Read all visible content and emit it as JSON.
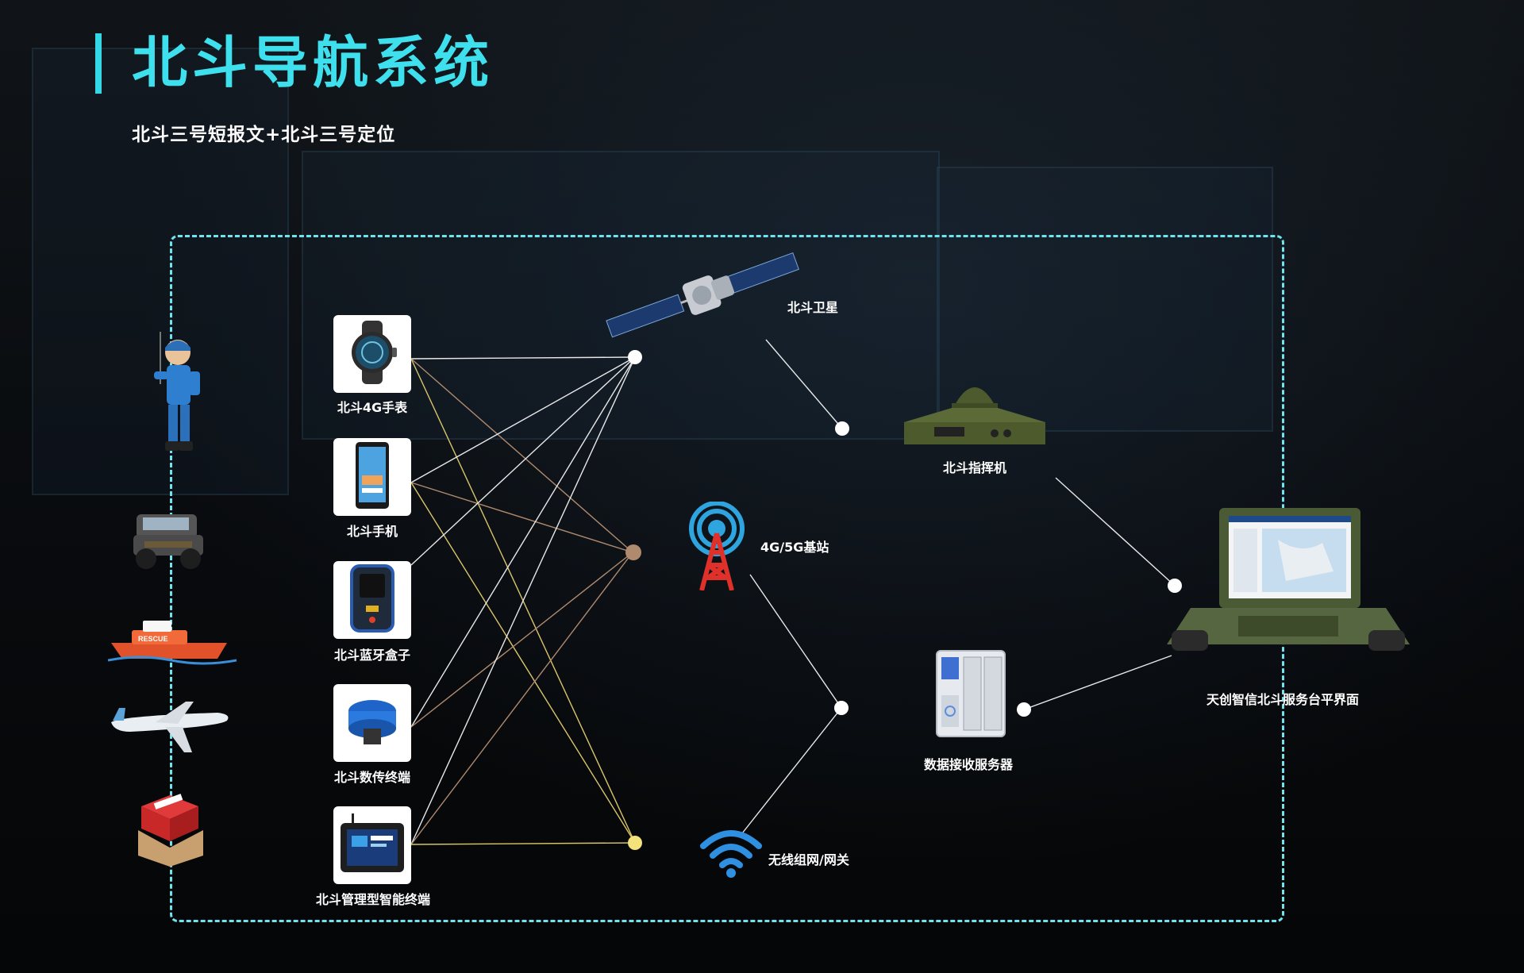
{
  "header": {
    "title": "北斗导航系统",
    "subtitle": "北斗三号短报文+北斗三号定位"
  },
  "devices": [
    {
      "label": "北斗4G手表",
      "icon": "smartwatch-icon"
    },
    {
      "label": "北斗手机",
      "icon": "phone-icon"
    },
    {
      "label": "北斗蓝牙盒子",
      "icon": "bluetooth-box-icon"
    },
    {
      "label": "北斗数传终端",
      "icon": "gnss-receiver-icon"
    },
    {
      "label": "北斗管理型智能终端",
      "icon": "rugged-tablet-icon"
    }
  ],
  "carriers": [
    {
      "name": "person-icon"
    },
    {
      "name": "vehicle-icon"
    },
    {
      "name": "rescue-boat-icon"
    },
    {
      "name": "airplane-icon"
    },
    {
      "name": "package-icon"
    }
  ],
  "network": {
    "satellite": "北斗卫星",
    "commander": "北斗指挥机",
    "base_station": "4G/5G基站",
    "wifi": "无线组网/网关",
    "server": "数据接收服务器",
    "platform": "天创智信北斗服务台平界面"
  },
  "colors": {
    "accent": "#3fe0ee",
    "frame": "#6fe3ee",
    "hub_white": "#ffffff",
    "hub_brown": "#b08a6e",
    "hub_yellow": "#f4e27a"
  }
}
